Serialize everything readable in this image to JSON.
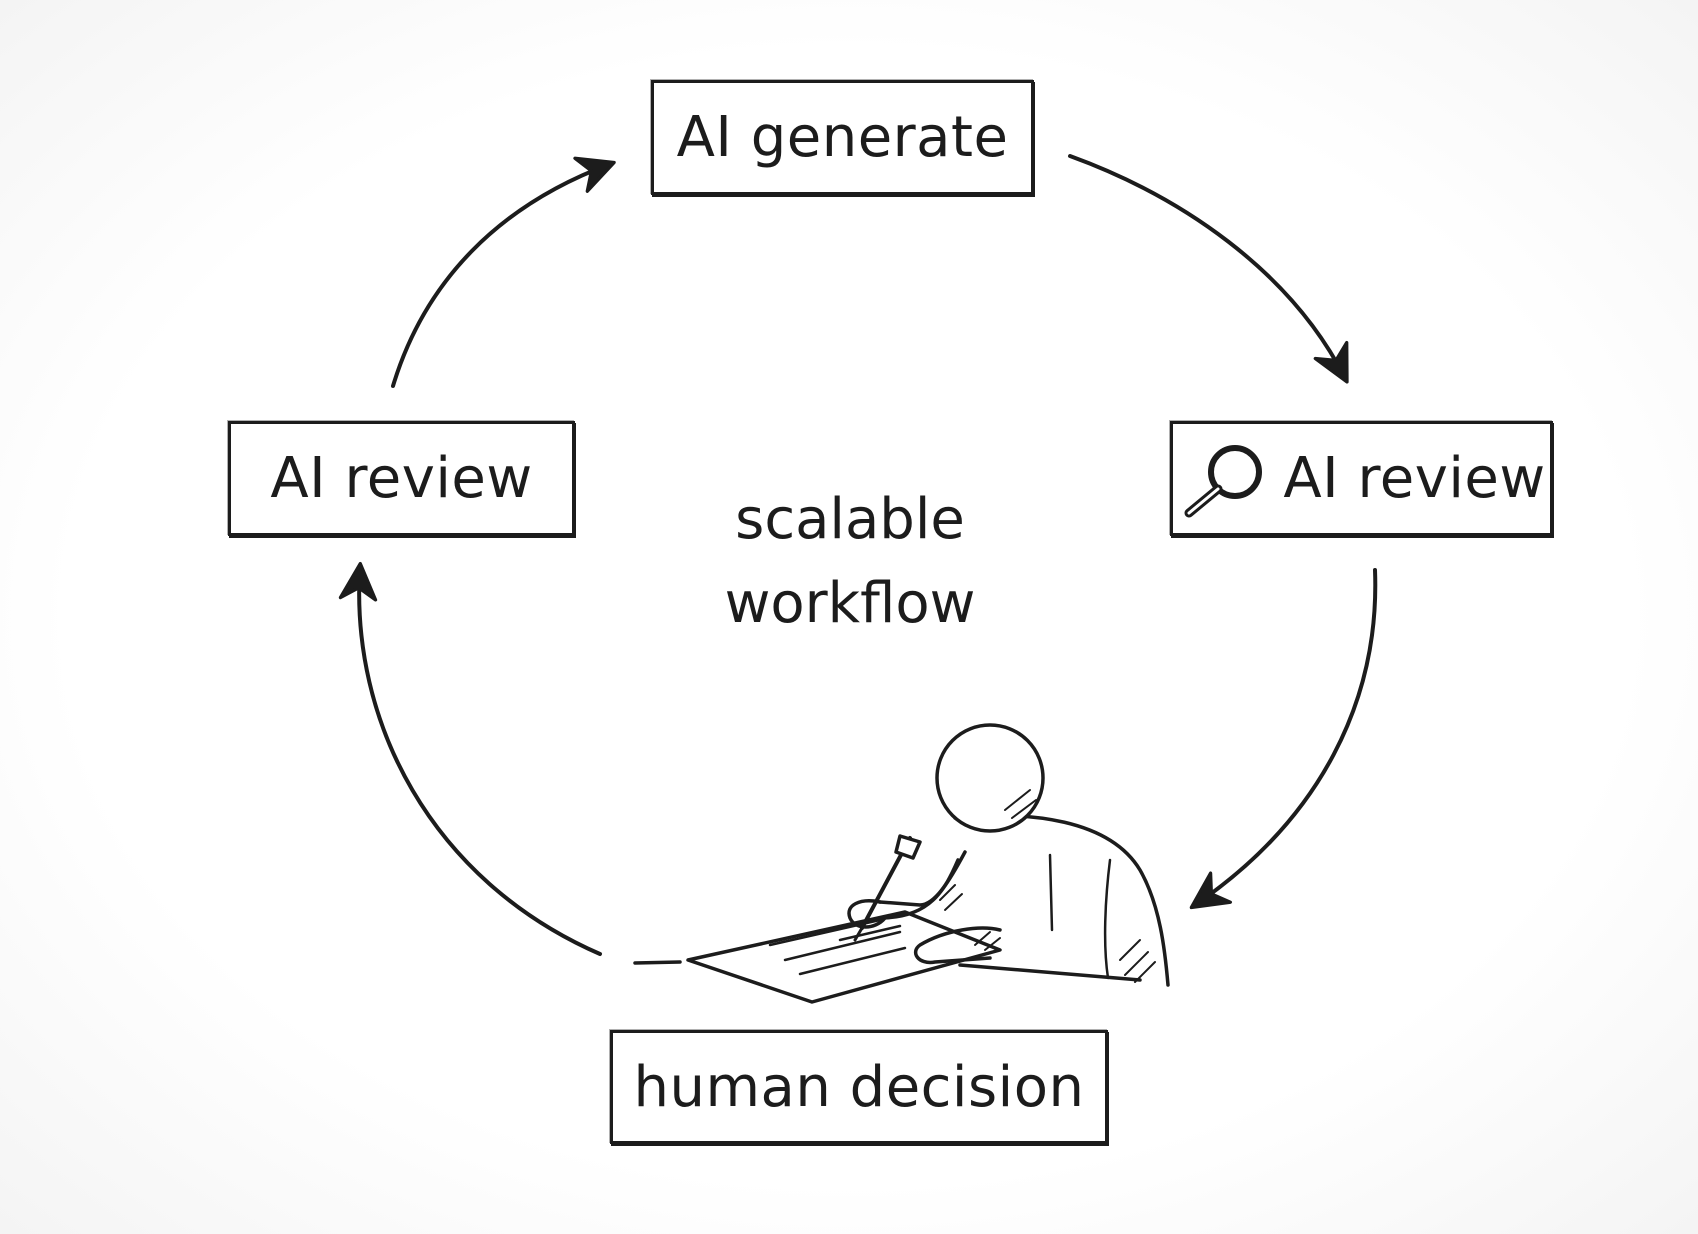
{
  "nodes": {
    "generate": {
      "label": "AI generate"
    },
    "review_left": {
      "label": "AI review"
    },
    "review_right": {
      "label": "AI review",
      "icon": "magnifier-icon"
    },
    "decision": {
      "label": "human decision"
    }
  },
  "center": {
    "line1": "scalable",
    "line2": "workflow"
  },
  "illustration": {
    "icon": "person-writing-icon"
  },
  "colors": {
    "ink": "#1c1c1c",
    "background": "#ffffff"
  }
}
